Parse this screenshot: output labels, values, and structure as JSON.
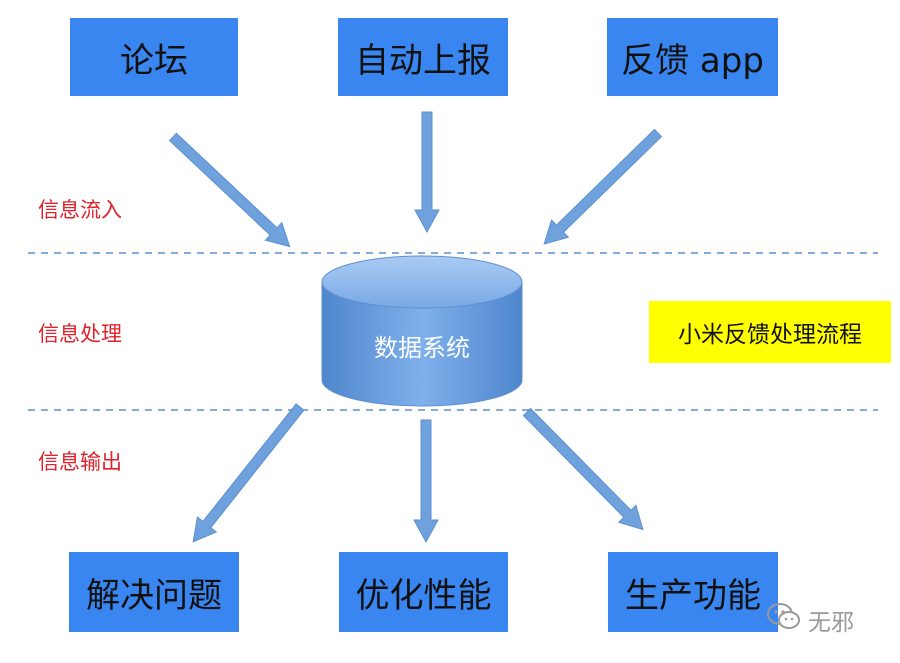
{
  "sources": [
    {
      "id": "forum",
      "label": "论坛"
    },
    {
      "id": "auto-report",
      "label": "自动上报"
    },
    {
      "id": "feedback-app",
      "label": "反馈 app"
    }
  ],
  "outputs": [
    {
      "id": "solve-problems",
      "label": "解决问题"
    },
    {
      "id": "optimize-performance",
      "label": "优化性能"
    },
    {
      "id": "produce-features",
      "label": "生产功能"
    }
  ],
  "stages": {
    "inflow": "信息流入",
    "processing": "信息处理",
    "output": "信息输出"
  },
  "database": {
    "label": "数据系统"
  },
  "title_tag": "小米反馈处理流程",
  "watermark": {
    "text": "无邪",
    "icon": "wechat-icon"
  },
  "colors": {
    "box": "#3a86f0",
    "arrow": "#6fa2dc",
    "stage_text": "#e0222a",
    "title_bg": "#ffff00",
    "divider": "#5b8fd0"
  }
}
